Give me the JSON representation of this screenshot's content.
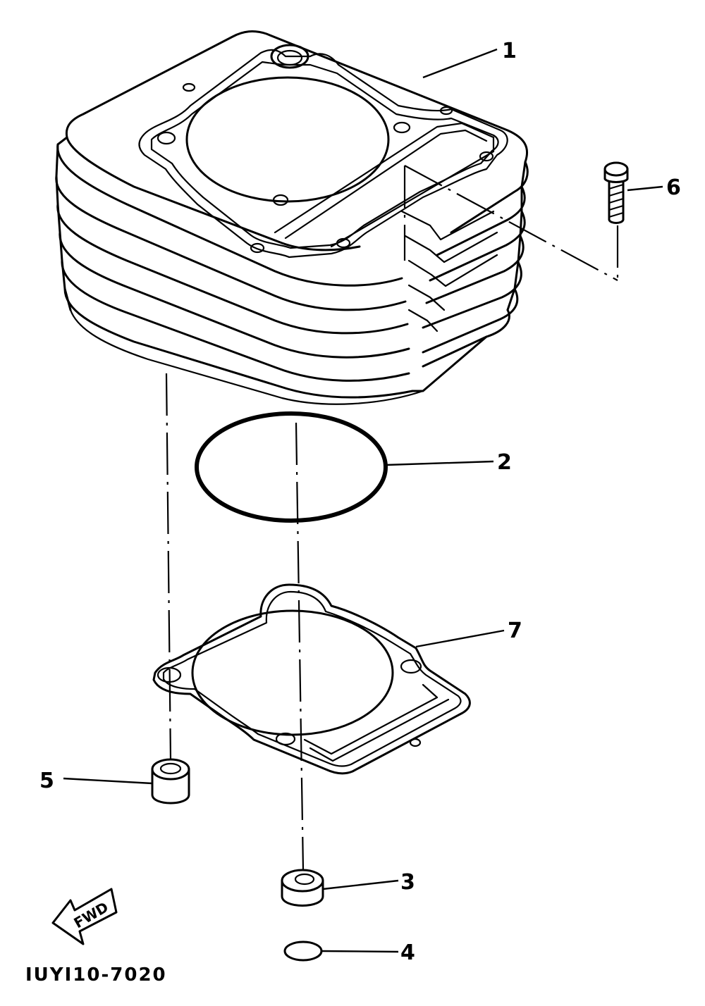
{
  "diagram": {
    "drawing_number": "IUYI10-7020",
    "direction_label": "FWD",
    "callouts": [
      {
        "id": "callout-1",
        "label": "1"
      },
      {
        "id": "callout-2",
        "label": "2"
      },
      {
        "id": "callout-3",
        "label": "3"
      },
      {
        "id": "callout-4",
        "label": "4"
      },
      {
        "id": "callout-5",
        "label": "5"
      },
      {
        "id": "callout-6",
        "label": "6"
      },
      {
        "id": "callout-7",
        "label": "7"
      }
    ]
  }
}
